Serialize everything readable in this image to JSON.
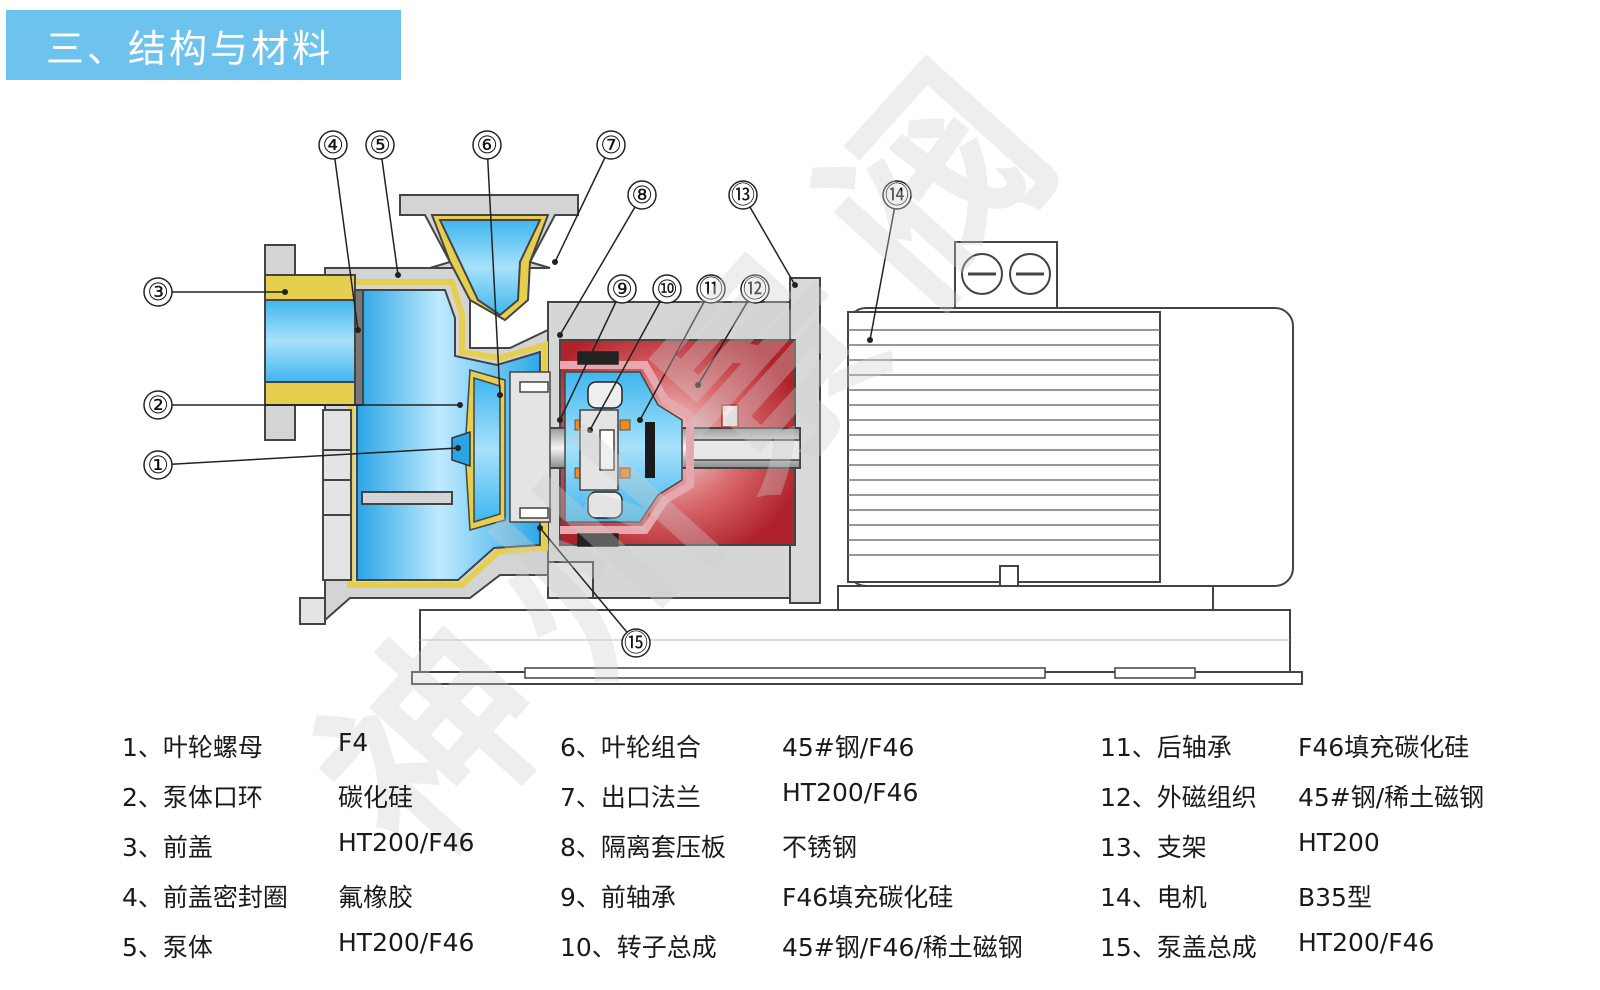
{
  "title": "三、结构与材料",
  "colors": {
    "banner": "#6ec3ee",
    "liquid": "#4cc3f2",
    "casing": "#c9cbcc",
    "liner": "#f3e07a",
    "magnet_housing": "#b8262f",
    "pump_cover": "#e7a7ae",
    "orange_parts": "#f28a1e",
    "motor": "#ffffff"
  },
  "watermark": "神州景阀",
  "callouts": [
    "①",
    "②",
    "③",
    "④",
    "⑤",
    "⑥",
    "⑦",
    "⑧",
    "⑨",
    "⑩",
    "⑪",
    "⑫",
    "⑬",
    "⑭",
    "⑮"
  ],
  "parts": [
    {
      "num": "1、",
      "name": "叶轮螺母",
      "material": "F4"
    },
    {
      "num": "2、",
      "name": "泵体口环",
      "material": "碳化硅"
    },
    {
      "num": "3、",
      "name": "前盖",
      "material": "HT200/F46"
    },
    {
      "num": "4、",
      "name": "前盖密封圈",
      "material": "氟橡胶"
    },
    {
      "num": "5、",
      "name": "泵体",
      "material": "HT200/F46"
    },
    {
      "num": "6、",
      "name": "叶轮组合",
      "material": "45#钢/F46"
    },
    {
      "num": "7、",
      "name": "出口法兰",
      "material": "HT200/F46"
    },
    {
      "num": "8、",
      "name": "隔离套压板",
      "material": "不锈钢"
    },
    {
      "num": "9、",
      "name": "前轴承",
      "material": "F46填充碳化硅"
    },
    {
      "num": "10、",
      "name": "转子总成",
      "material": "45#钢/F46/稀土磁钢"
    },
    {
      "num": "11、",
      "name": "后轴承",
      "material": "F46填充碳化硅"
    },
    {
      "num": "12、",
      "name": "外磁组织",
      "material": "45#钢/稀土磁钢"
    },
    {
      "num": "13、",
      "name": "支架",
      "material": "HT200"
    },
    {
      "num": "14、",
      "name": "电机",
      "material": "B35型"
    },
    {
      "num": "15、",
      "name": "泵盖总成",
      "material": "HT200/F46"
    }
  ]
}
